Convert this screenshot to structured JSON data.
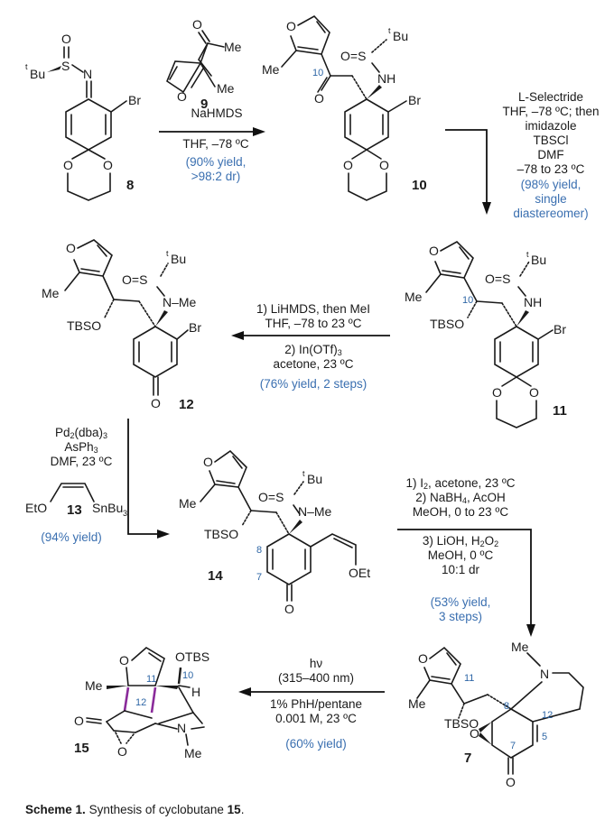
{
  "scheme": {
    "caption": {
      "label": "Scheme 1.",
      "text": "Synthesis of cyclobutane",
      "compound": "15",
      "end": "."
    },
    "compounds": {
      "c8": {
        "id": "8",
        "groups": [
          "O",
          "S",
          "tBu",
          "N",
          "Br",
          "O",
          "O"
        ]
      },
      "c9": {
        "id": "9",
        "groups": [
          "O",
          "Me",
          "Me",
          "O"
        ]
      },
      "c10": {
        "id": "10",
        "groups": [
          "O",
          "Me",
          "O",
          "tBu",
          "O=S",
          "NH",
          "Br",
          "O",
          "O"
        ],
        "atom_numbers": [
          "10"
        ]
      },
      "c11": {
        "id": "11",
        "groups": [
          "O",
          "Me",
          "TBSO",
          "tBu",
          "O=S",
          "NH",
          "Br",
          "O",
          "O"
        ],
        "atom_numbers": [
          "10"
        ]
      },
      "c12": {
        "id": "12",
        "groups": [
          "O",
          "Me",
          "TBSO",
          "tBu",
          "O=S",
          "N–Me",
          "Br",
          "O"
        ]
      },
      "c13": {
        "id": "13",
        "groups": [
          "EtO",
          "SnBu3"
        ]
      },
      "c14": {
        "id": "14",
        "groups": [
          "O",
          "Me",
          "TBSO",
          "tBu",
          "O=S",
          "N–Me",
          "OEt",
          "O"
        ],
        "atom_numbers": [
          "8",
          "7"
        ]
      },
      "c7": {
        "id": "7",
        "groups": [
          "O",
          "Me",
          "TBSO",
          "Me",
          "N",
          "O",
          "O"
        ],
        "atom_numbers": [
          "11",
          "8",
          "12",
          "5",
          "7"
        ]
      },
      "c15": {
        "id": "15",
        "groups": [
          "O",
          "OTBS",
          "Me",
          "H",
          "O",
          "N",
          "Me",
          "O"
        ],
        "atom_numbers": [
          "11",
          "10",
          "12"
        ]
      }
    },
    "steps": [
      {
        "from": "8",
        "to": "10",
        "direction": "right",
        "reagents_above": [
          "NaHMDS"
        ],
        "reagents_below": [
          "THF, –78 ºC"
        ],
        "yield": [
          "(90% yield,",
          ">98:2 dr)"
        ]
      },
      {
        "from": "10",
        "to": "11",
        "direction": "down",
        "reagents": [
          "L-Selectride",
          "THF, –78 ºC; then",
          "imidazole",
          "TBSCl",
          "DMF",
          "–78 to 23 ºC"
        ],
        "yield": [
          "(98% yield,",
          "single",
          "diastereomer)"
        ]
      },
      {
        "from": "11",
        "to": "12",
        "direction": "left",
        "reagents_above": [
          "1) LiHMDS, then MeI",
          "THF,  –78 to 23 ºC"
        ],
        "reagents_below_pre": "2) In(OTf)",
        "reagents_below_sub": "3",
        "reagents_below_2": "acetone, 23 ºC",
        "yield": [
          "(76% yield, 2 steps)"
        ]
      },
      {
        "from": "12",
        "to": "14",
        "direction": "down-right",
        "reagents": {
          "pd": "Pd",
          "pd_sub": "2",
          "dba": "(dba)",
          "dba_sub": "3",
          "as": "AsPh",
          "as_sub": "3",
          "dmf": "DMF, 23 ºC"
        },
        "yield": [
          "(94% yield)"
        ]
      },
      {
        "from": "14",
        "to": "7",
        "direction": "right-down",
        "reagents_above": {
          "l1_pre": "1)  I",
          "l1_sub": "2",
          "l1_post": ", acetone, 23 ºC",
          "l2_pre": "2) NaBH",
          "l2_sub": "4",
          "l2_post": ", AcOH",
          "l3": "MeOH, 0 to 23 ºC"
        },
        "reagents_below": {
          "l1_pre": "3) LiOH, H",
          "l1_sub1": "2",
          "l1_mid": "O",
          "l1_sub2": "2",
          "l2": "MeOH, 0 ºC",
          "l3": "10:1 dr"
        },
        "yield": [
          "(53% yield,",
          "3 steps)"
        ]
      },
      {
        "from": "7",
        "to": "15",
        "direction": "left",
        "reagents_above": [
          "hν",
          "(315–400 nm)"
        ],
        "reagents_below": [
          "1% PhH/pentane",
          "0.001 M, 23 ºC"
        ],
        "yield": [
          "(60% yield)"
        ]
      }
    ],
    "colors": {
      "text": "#1a1a1a",
      "yield_blue": "#3a6fb0",
      "atom_number_blue": "#2f67a6",
      "new_bond_purple": "#8a2b9a"
    }
  }
}
